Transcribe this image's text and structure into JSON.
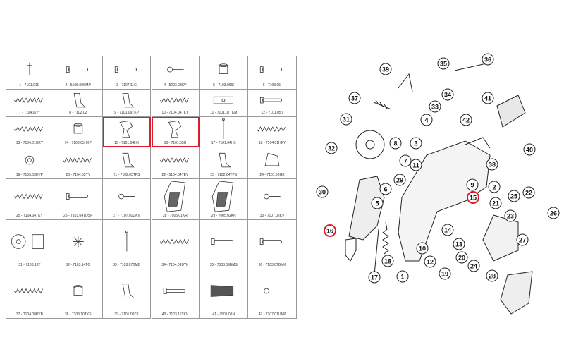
{
  "parts_table": {
    "cells": [
      {
        "label": "1 - 7101.01G",
        "icon": "spring-clip"
      },
      {
        "label": "2 - 5105.00SMP",
        "icon": "pin"
      },
      {
        "label": "3 - 7107.11G",
        "icon": "pin"
      },
      {
        "label": "4 - 5203.03KV",
        "icon": "screw"
      },
      {
        "label": "5 - 7103.06IS",
        "icon": "bushing"
      },
      {
        "label": "6 - 7103.05I",
        "icon": "pin"
      },
      {
        "label": "7 - 7104.07IY",
        "icon": "spring"
      },
      {
        "label": "8 - 7102.02",
        "icon": "lever"
      },
      {
        "label": "9 - 7101.09TKP",
        "icon": "lever"
      },
      {
        "label": "10 - 7104.04TKY",
        "icon": "spring"
      },
      {
        "label": "11 - 7101.07TKM",
        "icon": "block"
      },
      {
        "label": "12 - 7101.05T",
        "icon": "pin"
      },
      {
        "label": "13 - 7104.01HKY",
        "icon": "spring"
      },
      {
        "label": "14 - 7103.03HKP",
        "icon": "bushing"
      },
      {
        "label": "15 - 7101.04HK",
        "icon": "hammer"
      },
      {
        "label": "16 - 7101.03H",
        "icon": "hammer"
      },
      {
        "label": "17 - 7101.04HK",
        "icon": "rod"
      },
      {
        "label": "18 - 7104.01HKY",
        "icon": "spring"
      },
      {
        "label": "19 - 7103.03HYP",
        "icon": "washer"
      },
      {
        "label": "20 - 7104.03TY",
        "icon": "spring"
      },
      {
        "label": "21 - 7102.03TPS",
        "icon": "lever"
      },
      {
        "label": "22 - 5104.04TEY",
        "icon": "spring"
      },
      {
        "label": "23 - 7102.04TPS",
        "icon": "lever"
      },
      {
        "label": "24 - 7101.02GK",
        "icon": "plate"
      },
      {
        "label": "25 - 7104.04TKY",
        "icon": "spring"
      },
      {
        "label": "26 - 7103.04TDSP",
        "icon": "pin"
      },
      {
        "label": "27 - 7107.01GKV",
        "icon": "screw"
      },
      {
        "label": "28 - 7005.01KR",
        "icon": "grip"
      },
      {
        "label": "29 - 7005.02KR",
        "icon": "grip"
      },
      {
        "label": "30 - 7107.02KV",
        "icon": "screw"
      },
      {
        "label": "31 - 7103.13T",
        "icon": "cylinder"
      },
      {
        "label": "32 - 7103.14TG",
        "icon": "star"
      },
      {
        "label": "33 - 7103.07BMB",
        "icon": "rod"
      },
      {
        "label": "34 - 7104.09BYK",
        "icon": "spring"
      },
      {
        "label": "35 - 7103.09BMS",
        "icon": "pin"
      },
      {
        "label": "36 - 7103.07BMK",
        "icon": "pin"
      },
      {
        "label": "37 - 7104.08BYB",
        "icon": "spring"
      },
      {
        "label": "38 - 7103.10TKS",
        "icon": "bushing"
      },
      {
        "label": "39 - 7101.09TK",
        "icon": "lever"
      },
      {
        "label": "40 - 7103.11TKV",
        "icon": "pin"
      },
      {
        "label": "41 - 7501.01N",
        "icon": "barrel"
      },
      {
        "label": "42 - 7207.01UNP",
        "icon": "screw"
      }
    ],
    "highlighted_cells": [
      "15",
      "16"
    ]
  },
  "exploded_view": {
    "callouts": [
      "1",
      "2",
      "3",
      "4",
      "5",
      "6",
      "7",
      "8",
      "9",
      "10",
      "11",
      "12",
      "13",
      "14",
      "15",
      "16",
      "17",
      "18",
      "19",
      "20",
      "21",
      "22",
      "23",
      "24",
      "25",
      "26",
      "27",
      "28",
      "29",
      "30",
      "31",
      "32",
      "33",
      "34",
      "35",
      "36",
      "37",
      "38",
      "39",
      "40",
      "41",
      "42"
    ],
    "highlighted_callouts": [
      "15",
      "16"
    ],
    "highlight_color": "#d81e2a"
  }
}
